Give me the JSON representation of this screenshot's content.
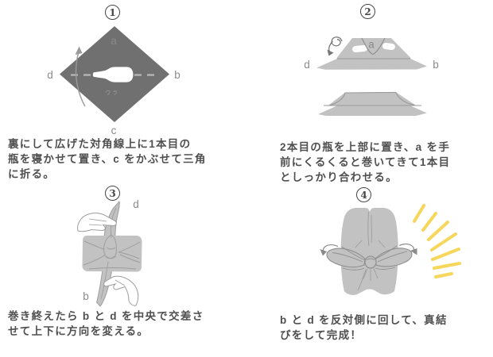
{
  "colors": {
    "diamond_gray": "#707070",
    "cloth_gray": "#c2c2c2",
    "outline_gray": "#8f8f8f",
    "label_gray": "#8a8a8a",
    "caption_gray": "#4f4f4f",
    "arrow_gray": "#9a9a9a",
    "accent_yellow": "#f6d75c"
  },
  "steps": [
    {
      "number": "1",
      "caption": "裏にして広げた対角線上に1本目の\n瓶を寝かせて置き、c をかぶせて三角\nに折る。",
      "labels": {
        "a": "a",
        "b": "b",
        "c": "c",
        "d": "d"
      },
      "back_label": "ウラ"
    },
    {
      "number": "2",
      "caption": "2本目の瓶を上部に置き、a を手\n前にくるくると巻いてきて1本目\nとしっかり合わせる。",
      "labels": {
        "a": "a",
        "b": "b",
        "d": "d"
      }
    },
    {
      "number": "3",
      "caption": "巻き終えたら b と d を中央で交差さ\nせて上下に方向を変える。",
      "labels": {
        "b": "b",
        "d": "d"
      }
    },
    {
      "number": "4",
      "caption": "b と d を反対側に回して、真結\nびをして完成！"
    }
  ]
}
